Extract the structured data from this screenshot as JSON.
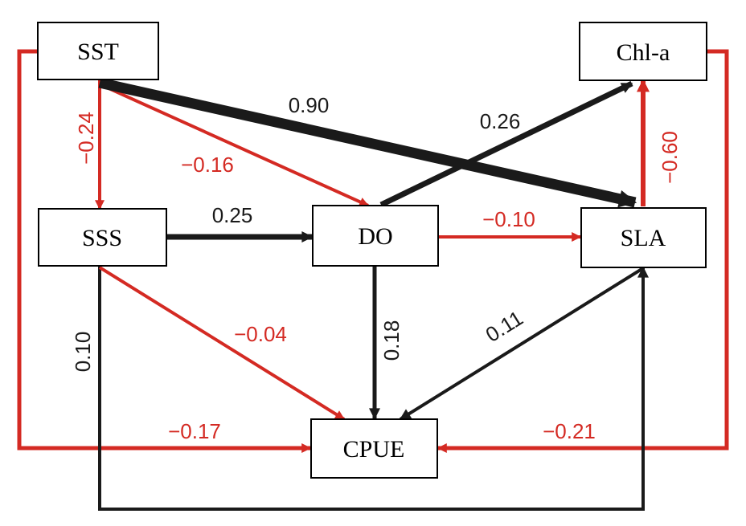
{
  "colors": {
    "positive": "#1a1a1a",
    "negative": "#d42a23",
    "node_border": "#000000",
    "background": "#ffffff"
  },
  "nodes": {
    "sst": "SST",
    "chla": "Chl-a",
    "sss": "SSS",
    "do": "DO",
    "sla": "SLA",
    "cpue": "CPUE"
  },
  "edges": [
    {
      "id": "sst-sla",
      "from": "SST",
      "to": "SLA",
      "coefficient": "0.90",
      "sign": "positive"
    },
    {
      "id": "do-chla",
      "from": "DO",
      "to": "Chl-a",
      "coefficient": "0.26",
      "sign": "positive"
    },
    {
      "id": "sst-sss",
      "from": "SST",
      "to": "SSS",
      "coefficient": "−0.24",
      "sign": "negative"
    },
    {
      "id": "sst-do",
      "from": "SST",
      "to": "DO",
      "coefficient": "−0.16",
      "sign": "negative"
    },
    {
      "id": "sla-chla",
      "from": "SLA",
      "to": "Chl-a",
      "coefficient": "−0.60",
      "sign": "negative"
    },
    {
      "id": "sss-do",
      "from": "SSS",
      "to": "DO",
      "coefficient": "0.25",
      "sign": "positive"
    },
    {
      "id": "do-sla",
      "from": "DO",
      "to": "SLA",
      "coefficient": "−0.10",
      "sign": "negative"
    },
    {
      "id": "sss-cpue",
      "from": "SSS",
      "to": "CPUE",
      "coefficient": "−0.04",
      "sign": "negative"
    },
    {
      "id": "do-cpue",
      "from": "DO",
      "to": "CPUE",
      "coefficient": "0.18",
      "sign": "positive"
    },
    {
      "id": "sla-cpue",
      "from": "SLA",
      "to": "CPUE",
      "coefficient": "0.11",
      "sign": "positive"
    },
    {
      "id": "sss-sla",
      "from": "SSS",
      "to": "SLA",
      "coefficient": "0.10",
      "sign": "positive"
    },
    {
      "id": "sst-cpue",
      "from": "SST",
      "to": "CPUE",
      "coefficient": "−0.17",
      "sign": "negative"
    },
    {
      "id": "chla-cpue",
      "from": "Chl-a",
      "to": "CPUE",
      "coefficient": "−0.21",
      "sign": "negative"
    }
  ]
}
